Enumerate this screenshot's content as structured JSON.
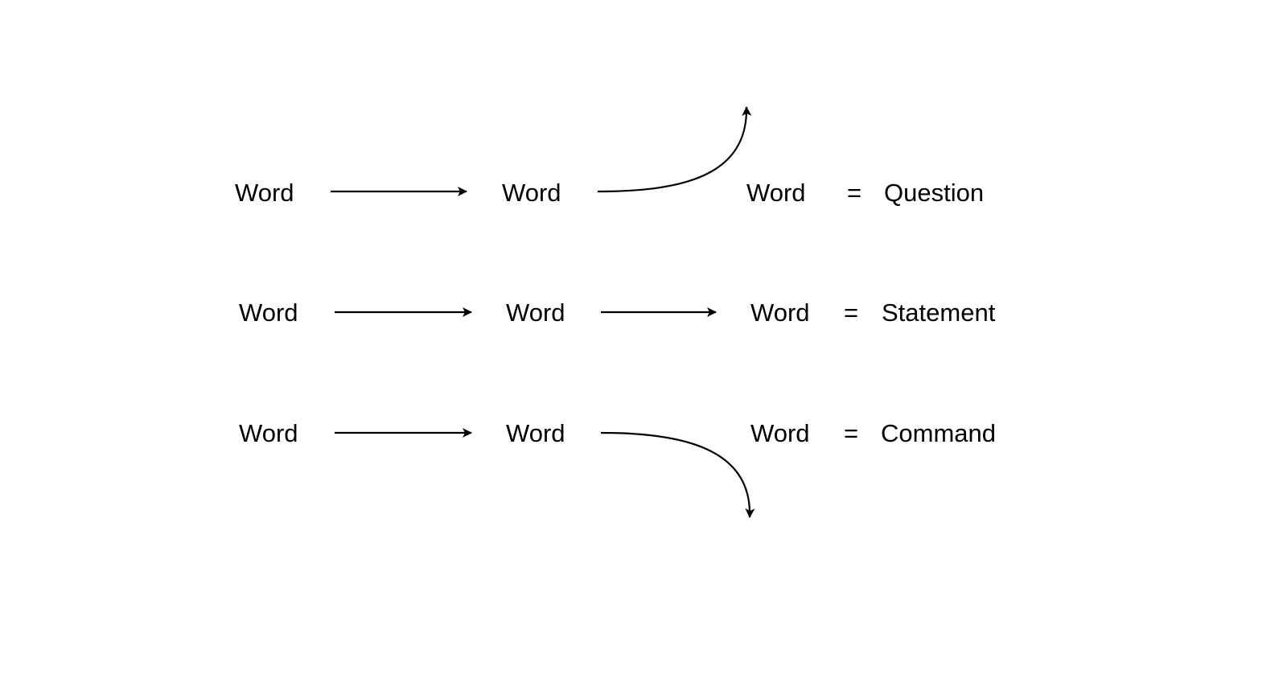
{
  "rows": [
    {
      "w1": "Word",
      "w2": "Word",
      "w3": "Word",
      "eq": "=",
      "result": "Question",
      "intonation": "rising"
    },
    {
      "w1": "Word",
      "w2": "Word",
      "w3": "Word",
      "eq": "=",
      "result": "Statement",
      "intonation": "flat"
    },
    {
      "w1": "Word",
      "w2": "Word",
      "w3": "Word",
      "eq": "=",
      "result": "Command",
      "intonation": "falling"
    }
  ],
  "colors": {
    "ink": "#000000",
    "background": "#ffffff"
  }
}
